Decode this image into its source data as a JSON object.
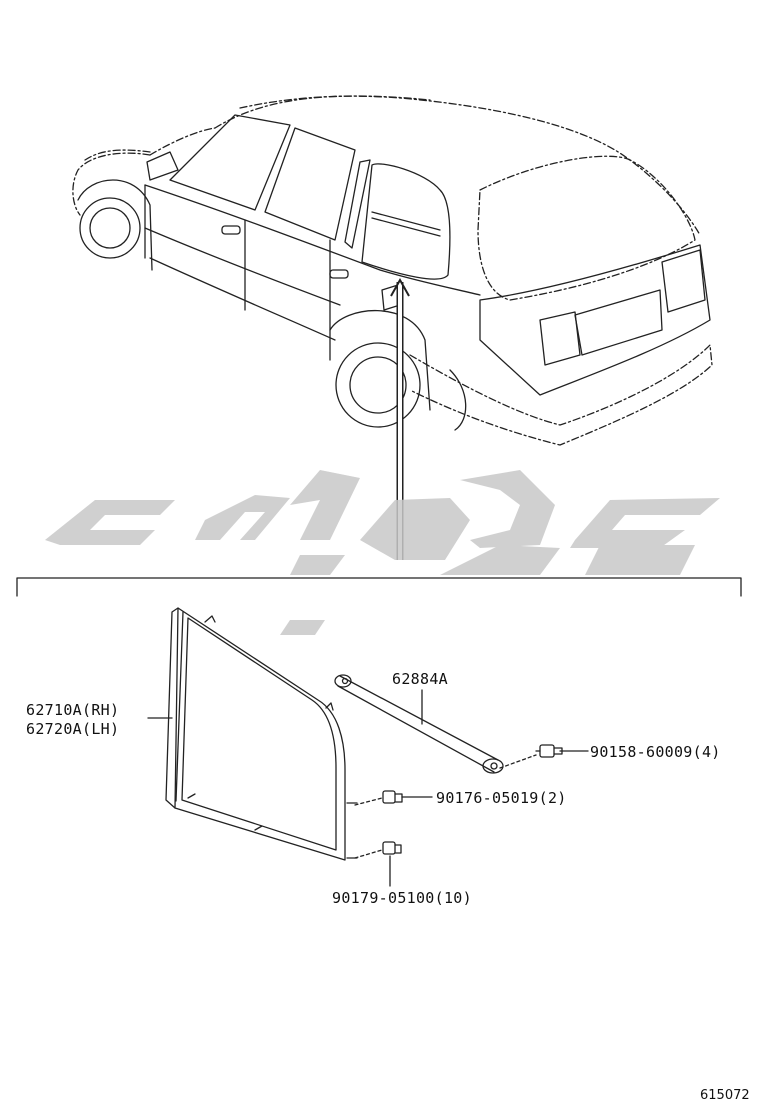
{
  "parts": {
    "p1_rh": "62710A(RH)",
    "p1_lh": "62720A(LH)",
    "p2": "62884A",
    "p3": "90158-60009(4)",
    "p4": "90176-05019(2)",
    "p5": "90179-05100(10)"
  },
  "diagram_code": "615072",
  "colors": {
    "line": "#222222",
    "watermark": "#c8c8c8"
  }
}
